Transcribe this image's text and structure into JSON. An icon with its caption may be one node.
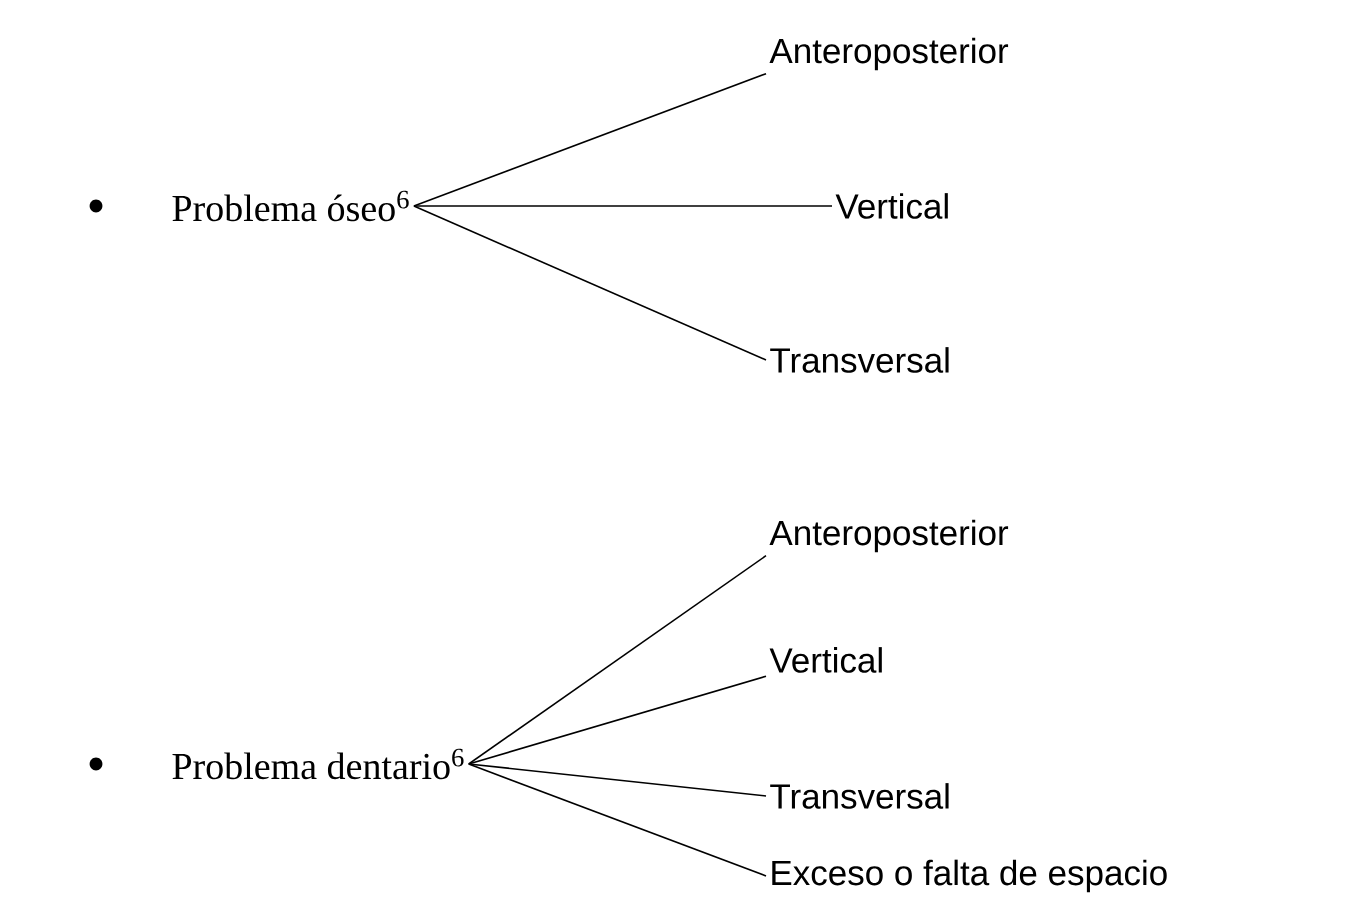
{
  "diagram": {
    "nodes": [
      {
        "text": [
          "Problema óseo$^{6}$"
        ]
      },
      {
        "text": [
          "Anteroposterior"
        ]
      },
      {
        "text": [
          "Vertical"
        ]
      },
      {
        "text": [
          "Transversal"
        ]
      },
      {
        "text": [
          "Problema dentario$^{6}$"
        ]
      },
      {
        "text": [
          "Anteroposterior"
        ]
      },
      {
        "text": [
          "Vertical"
        ]
      },
      {
        "text": [
          "Transversal"
        ]
      },
      {
        "text": [
          "Exceso o falta de espacio"
        ]
      }
    ],
    "edges": [
      {
        "from": 0,
        "to": 1,
        "arrow": "none"
      },
      {
        "from": 0,
        "to": 2,
        "arrow": "none"
      },
      {
        "from": 0,
        "to": 3,
        "arrow": "none"
      },
      {
        "from": 4,
        "to": 5,
        "arrow": "none"
      },
      {
        "from": 4,
        "to": 6,
        "arrow": "none"
      },
      {
        "from": 4,
        "to": 7,
        "arrow": "none"
      },
      {
        "from": 4,
        "to": 8,
        "arrow": "none"
      }
    ]
  }
}
